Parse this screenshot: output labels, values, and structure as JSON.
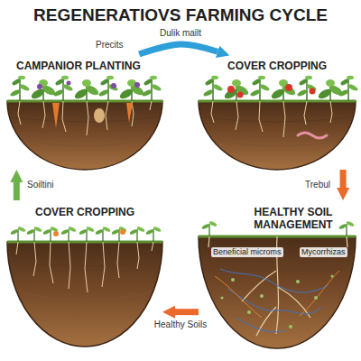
{
  "diagram": {
    "title": "REGENERATIOVS FARMING CYCLE",
    "nodes": [
      {
        "text": [
          "CAMPANIOR PLANTING"
        ]
      },
      {
        "text": [
          "COVER CROPPING"
        ]
      },
      {
        "text": [
          "COVER CROPPING"
        ]
      },
      {
        "text": [
          "HEALTHY SOIL MANAGEMENT",
          "Beneficial microms",
          "Mycorrhizas"
        ]
      }
    ],
    "edges": [
      {
        "from": 0,
        "to": 1,
        "arrow": "to",
        "label": "Dulik mailt"
      },
      {
        "from": 1,
        "to": 3,
        "arrow": "to",
        "label": "Trebul"
      },
      {
        "from": 3,
        "to": 2,
        "arrow": "to",
        "label": "Healthy Soils"
      },
      {
        "from": 2,
        "to": 0,
        "arrow": "to",
        "label": "Soiltini"
      }
    ],
    "labels": [
      "Precits"
    ]
  }
}
